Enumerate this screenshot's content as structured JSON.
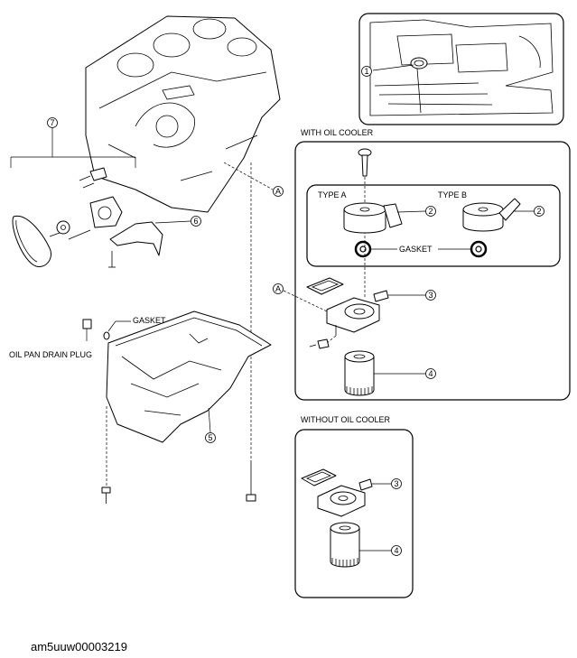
{
  "headings": {
    "with_oil_cooler": "WITH OIL COOLER",
    "without_oil_cooler": "WITHOUT OIL COOLER",
    "type_a": "TYPE A",
    "type_b": "TYPE B"
  },
  "labels": {
    "gasket_pan": "GASKET",
    "gasket_cooler": "GASKET",
    "oil_pan_drain_plug": "OIL PAN DRAIN PLUG"
  },
  "callouts": {
    "n1": "1",
    "n2a": "2",
    "n2b": "2",
    "n3a": "3",
    "n3b": "3",
    "n4a": "4",
    "n4b": "4",
    "n5": "5",
    "n6": "6",
    "n7": "7",
    "refA1": "A",
    "refA2": "A"
  },
  "figure_code": "am5uuw00003219"
}
